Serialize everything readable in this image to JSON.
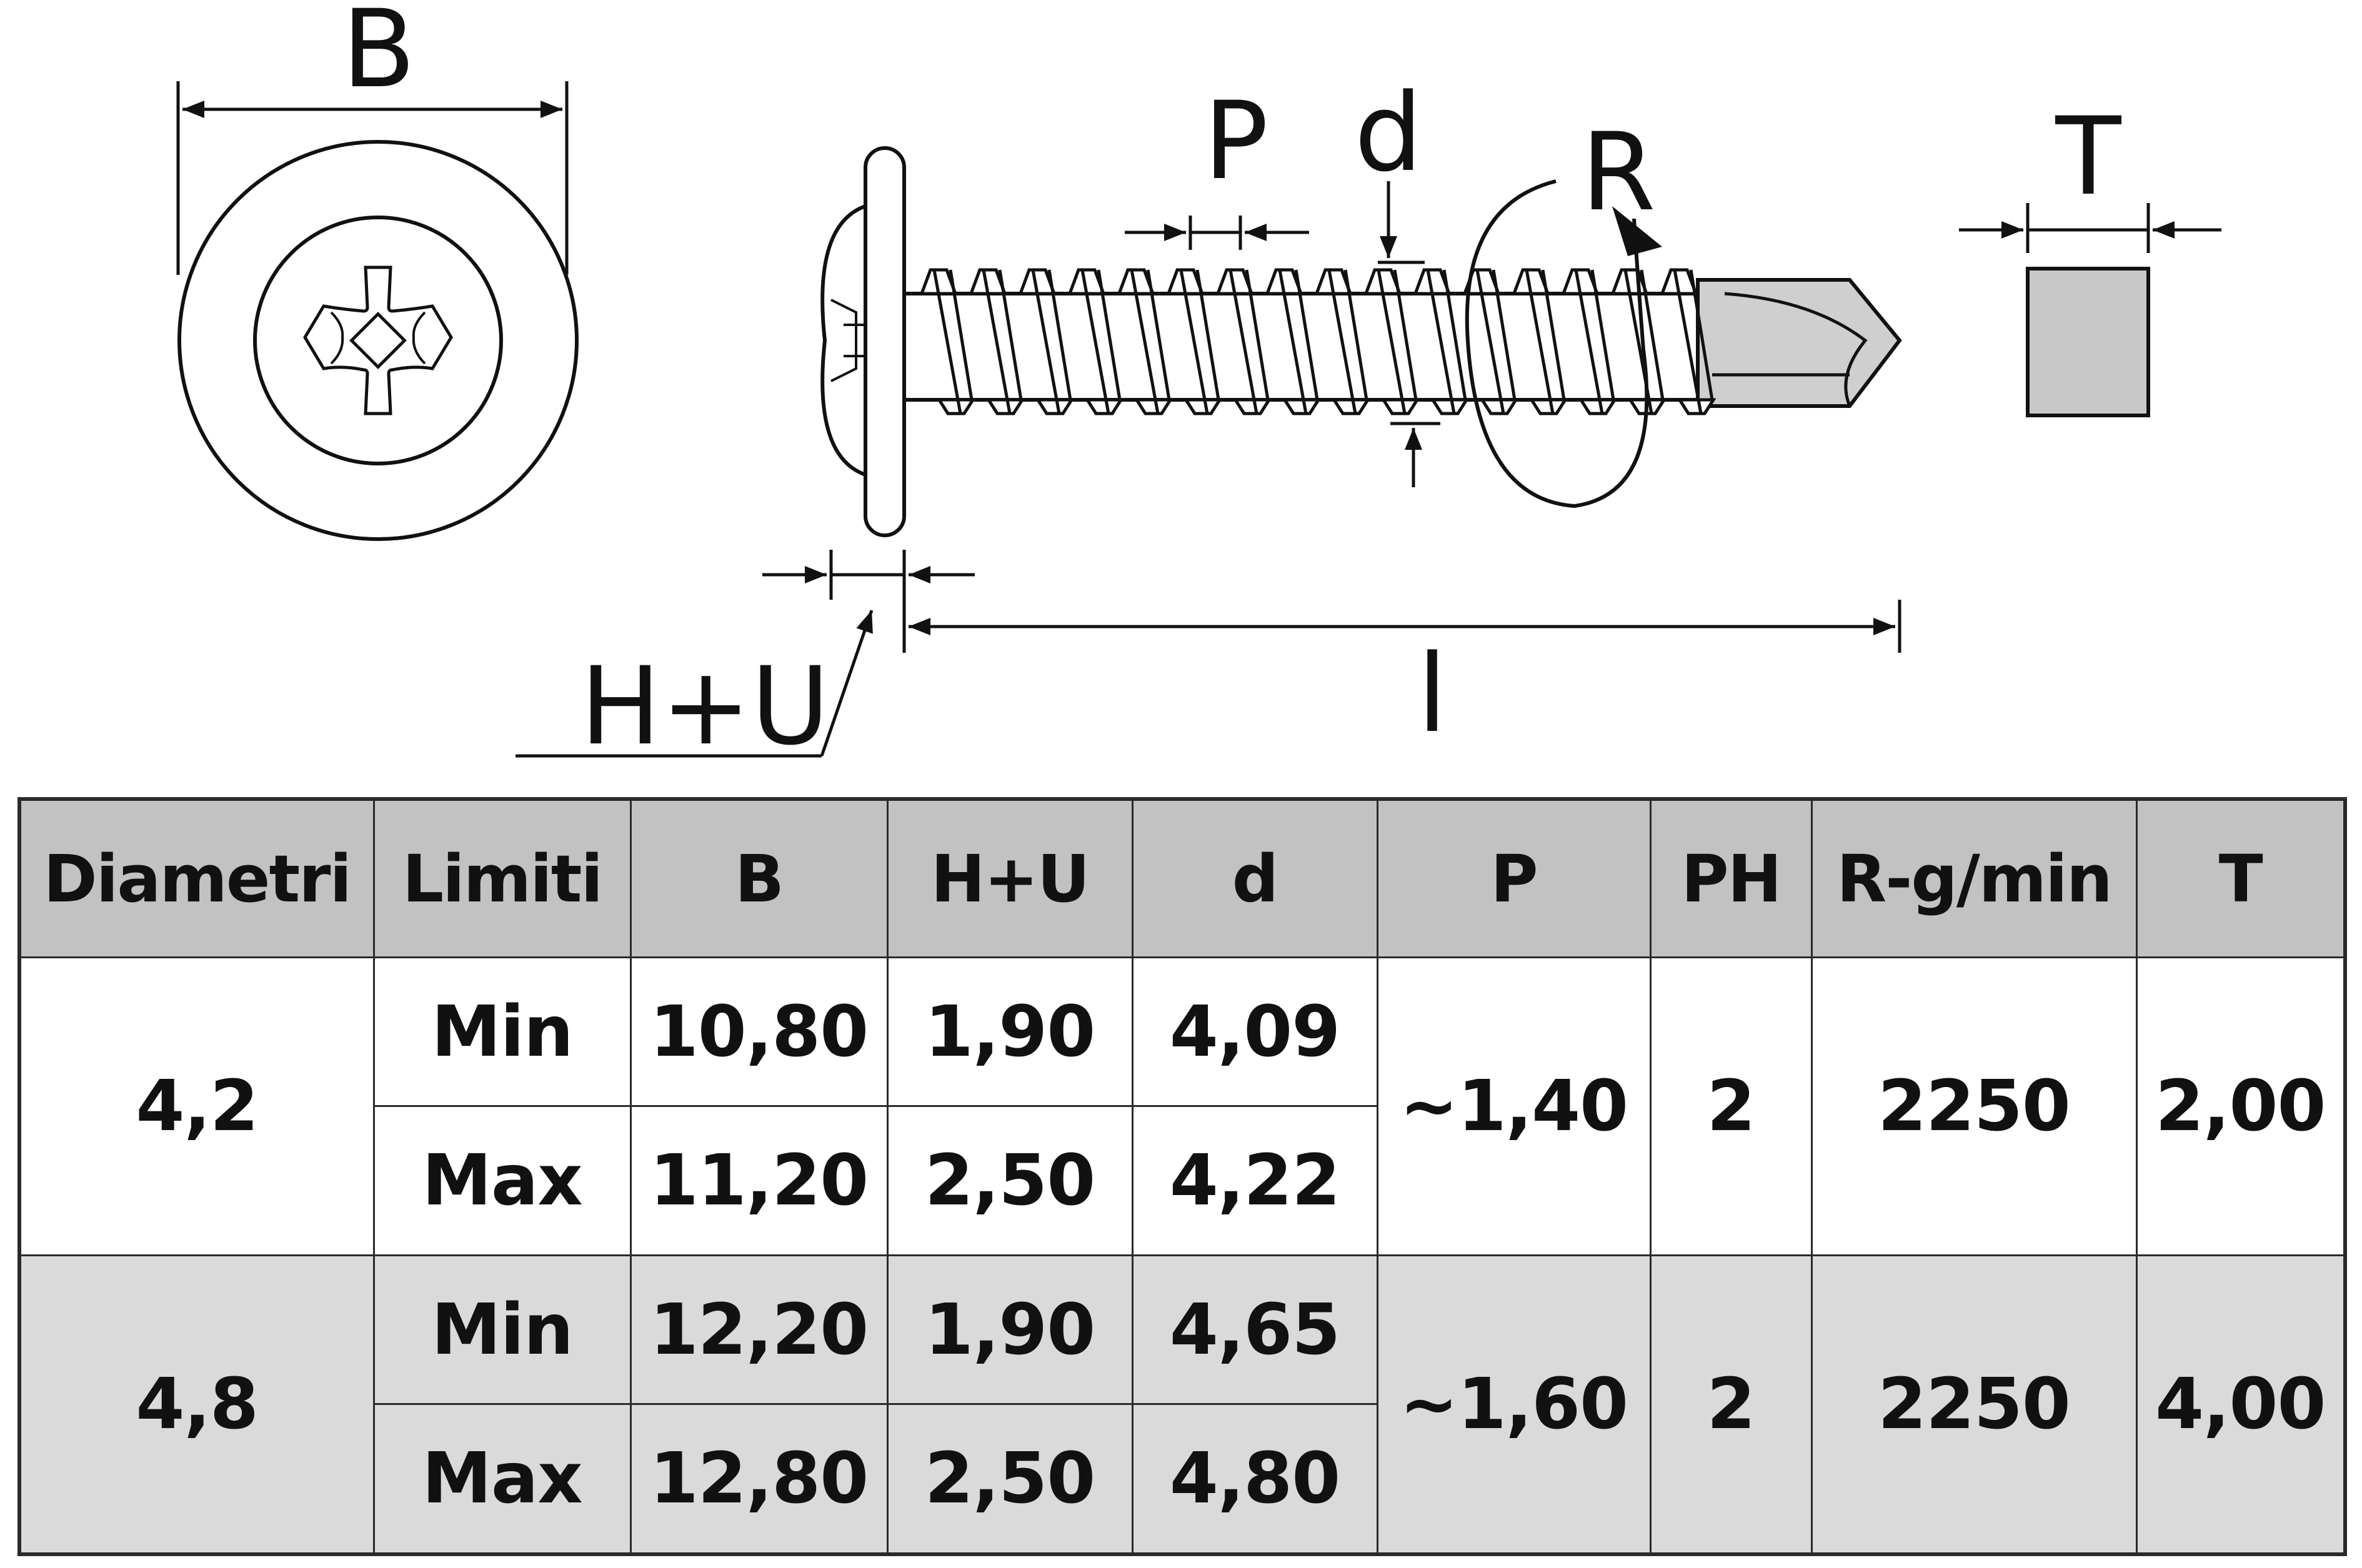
{
  "diagram": {
    "labels": {
      "B": "B",
      "P": "P",
      "d": "d",
      "R": "R",
      "T": "T",
      "HU": "H+U",
      "l": "l"
    }
  },
  "table": {
    "headers": [
      "Diametri",
      "Limiti",
      "B",
      "H+U",
      "d",
      "P",
      "PH",
      "R-g/min",
      "T"
    ],
    "groups": [
      {
        "diameter": "4,2",
        "P": "~1,40",
        "PH": "2",
        "R": "2250",
        "T": "2,00",
        "rows": [
          {
            "limit": "Min",
            "B": "10,80",
            "HU": "1,90",
            "d": "4,09"
          },
          {
            "limit": "Max",
            "B": "11,20",
            "HU": "2,50",
            "d": "4,22"
          }
        ]
      },
      {
        "diameter": "4,8",
        "P": "~1,60",
        "PH": "2",
        "R": "2250",
        "T": "4,00",
        "rows": [
          {
            "limit": "Min",
            "B": "12,20",
            "HU": "1,90",
            "d": "4,65"
          },
          {
            "limit": "Max",
            "B": "12,80",
            "HU": "2,50",
            "d": "4,80"
          }
        ]
      }
    ]
  },
  "colors": {
    "header_bg": "#c2c2c2",
    "row_alt_bg": "#dadada",
    "tip_fill": "#cfcfcf",
    "line": "#111111"
  }
}
